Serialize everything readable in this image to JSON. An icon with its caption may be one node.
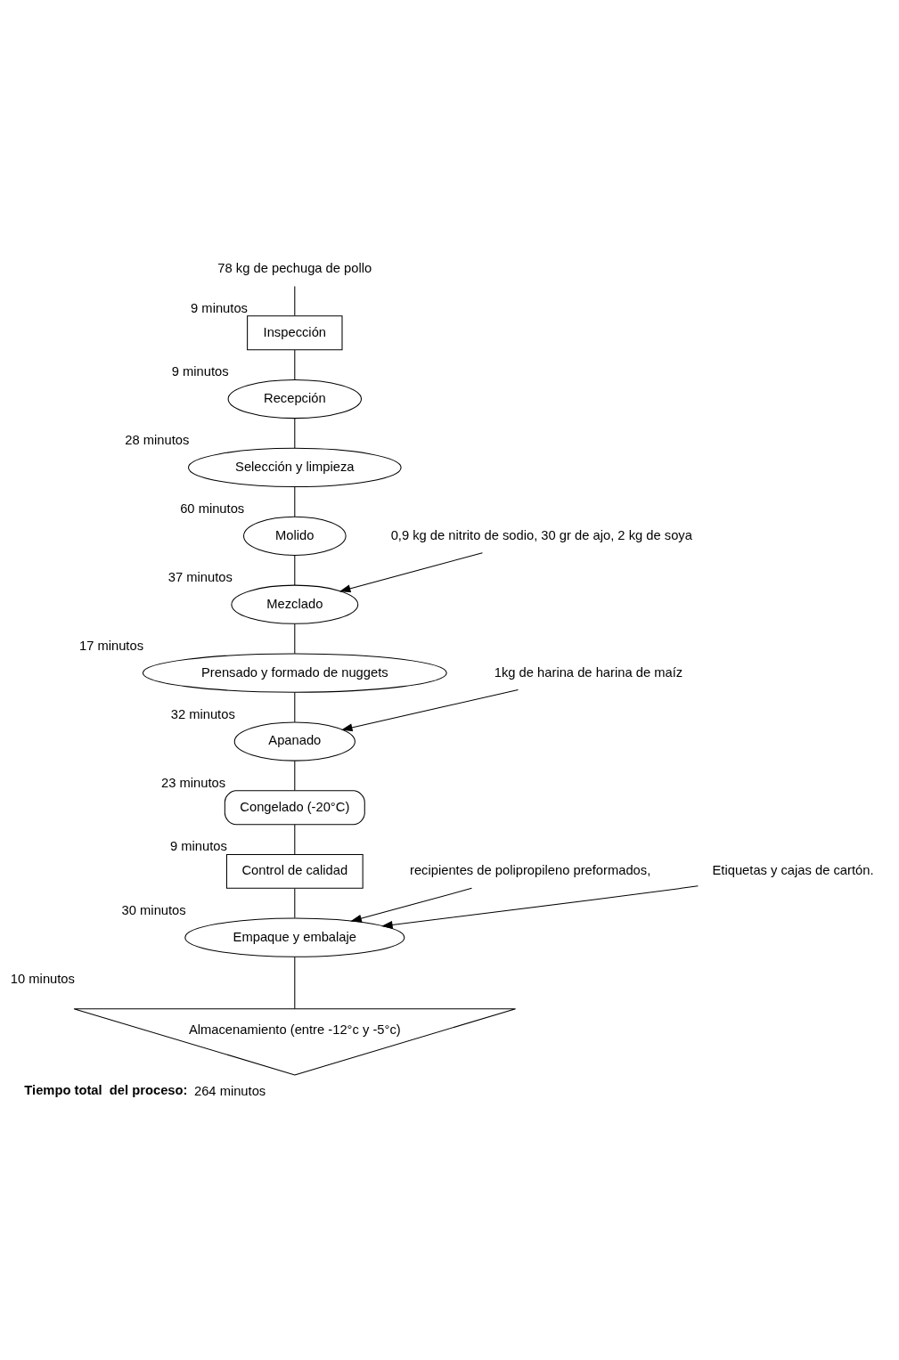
{
  "diagram": {
    "caption": "**Tiempo total  del proceso:** 264 minutos",
    "nodes": [
      {
        "text": [
          "78 kg de pechuga de pollo"
        ]
      },
      {
        "text": [
          "Inspección"
        ],
        "beside": [
          "9 minutos"
        ]
      },
      {
        "text": [
          "Recepción"
        ],
        "beside": [
          "9 minutos"
        ]
      },
      {
        "text": [
          "Selección y limpieza"
        ],
        "beside": [
          "28 minutos"
        ]
      },
      {
        "text": [
          "Molido"
        ],
        "beside": [
          "60 minutos"
        ]
      },
      {
        "text": [
          "0,9 kg de nitrito de sodio, 30 gr de ajo, 2 kg de soya"
        ]
      },
      {
        "text": [
          "Mezclado"
        ],
        "beside": [
          "37 minutos"
        ]
      },
      {
        "text": [
          "Prensado y formado de nuggets"
        ],
        "beside": [
          "17 minutos"
        ]
      },
      {
        "text": [
          "1kg de harina de harina de maíz"
        ]
      },
      {
        "text": [
          "Apanado"
        ],
        "beside": [
          "32 minutos"
        ]
      },
      {
        "text": [
          "Congelado (-20°C)"
        ],
        "beside": [
          "23 minutos"
        ]
      },
      {
        "text": [
          "Control de calidad"
        ],
        "beside": [
          "9 minutos"
        ]
      },
      {
        "text": [
          "recipientes de polipropileno preformados,"
        ]
      },
      {
        "text": [
          "Etiquetas y cajas de cartón."
        ]
      },
      {
        "text": [
          "Empaque y embalaje"
        ],
        "beside": [
          "30 minutos"
        ]
      },
      {
        "text": [
          "Almacenamiento (entre -12°c y -5°c)"
        ],
        "beside": [
          "10 minutos"
        ]
      }
    ],
    "edges": [
      {
        "from": 0,
        "to": 1,
        "arrow": "none"
      },
      {
        "from": 1,
        "to": 2,
        "arrow": "none"
      },
      {
        "from": 2,
        "to": 3,
        "arrow": "none"
      },
      {
        "from": 3,
        "to": 4,
        "arrow": "none"
      },
      {
        "from": 4,
        "to": 6,
        "arrow": "none"
      },
      {
        "from": 5,
        "to": 6,
        "arrow": "to"
      },
      {
        "from": 6,
        "to": 7,
        "arrow": "none"
      },
      {
        "from": 7,
        "to": 9,
        "arrow": "none"
      },
      {
        "from": 8,
        "to": 9,
        "arrow": "to"
      },
      {
        "from": 9,
        "to": 10,
        "arrow": "none"
      },
      {
        "from": 10,
        "to": 11,
        "arrow": "none"
      },
      {
        "from": 11,
        "to": 14,
        "arrow": "none"
      },
      {
        "from": 12,
        "to": 14,
        "arrow": "to"
      },
      {
        "from": 13,
        "to": 14,
        "arrow": "to"
      },
      {
        "from": 14,
        "to": 15,
        "arrow": "none"
      }
    ]
  }
}
